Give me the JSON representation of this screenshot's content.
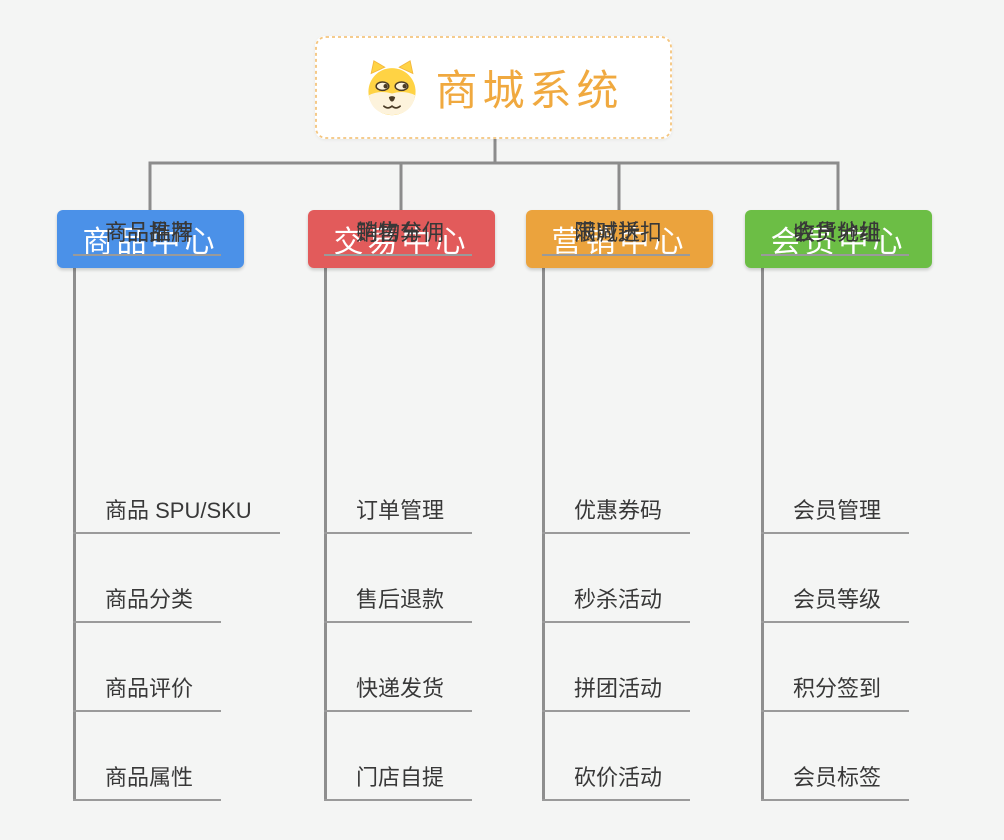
{
  "root": {
    "title": "商城系统",
    "icon": "dog-face-icon",
    "title_color": "#F0A93F",
    "border_color": "#F4C57E",
    "background": "#FFFFFF"
  },
  "connector_color": "#8C8C8C",
  "leaf_underline_color": "#9A9A9A",
  "page_background": "#F4F5F4",
  "branches": [
    {
      "label": "商品中心",
      "color": "#4B91E8",
      "items": [
        "商品 SPU/SKU",
        "商品分类",
        "商品评价",
        "商品属性",
        "商品推荐",
        "商品品牌"
      ]
    },
    {
      "label": "交易中心",
      "color": "#E25B5B",
      "items": [
        "订单管理",
        "售后退款",
        "快递发货",
        "门店自提",
        "购物车",
        "销售分佣"
      ]
    },
    {
      "label": "营销中心",
      "color": "#EBA33D",
      "items": [
        "优惠券码",
        "秒杀活动",
        "拼团活动",
        "砍价活动",
        "限时折扣",
        "满减送"
      ]
    },
    {
      "label": "会员中心",
      "color": "#6CBE45",
      "items": [
        "会员管理",
        "会员等级",
        "积分签到",
        "会员标签",
        "会员分组",
        "收货地址"
      ]
    }
  ]
}
